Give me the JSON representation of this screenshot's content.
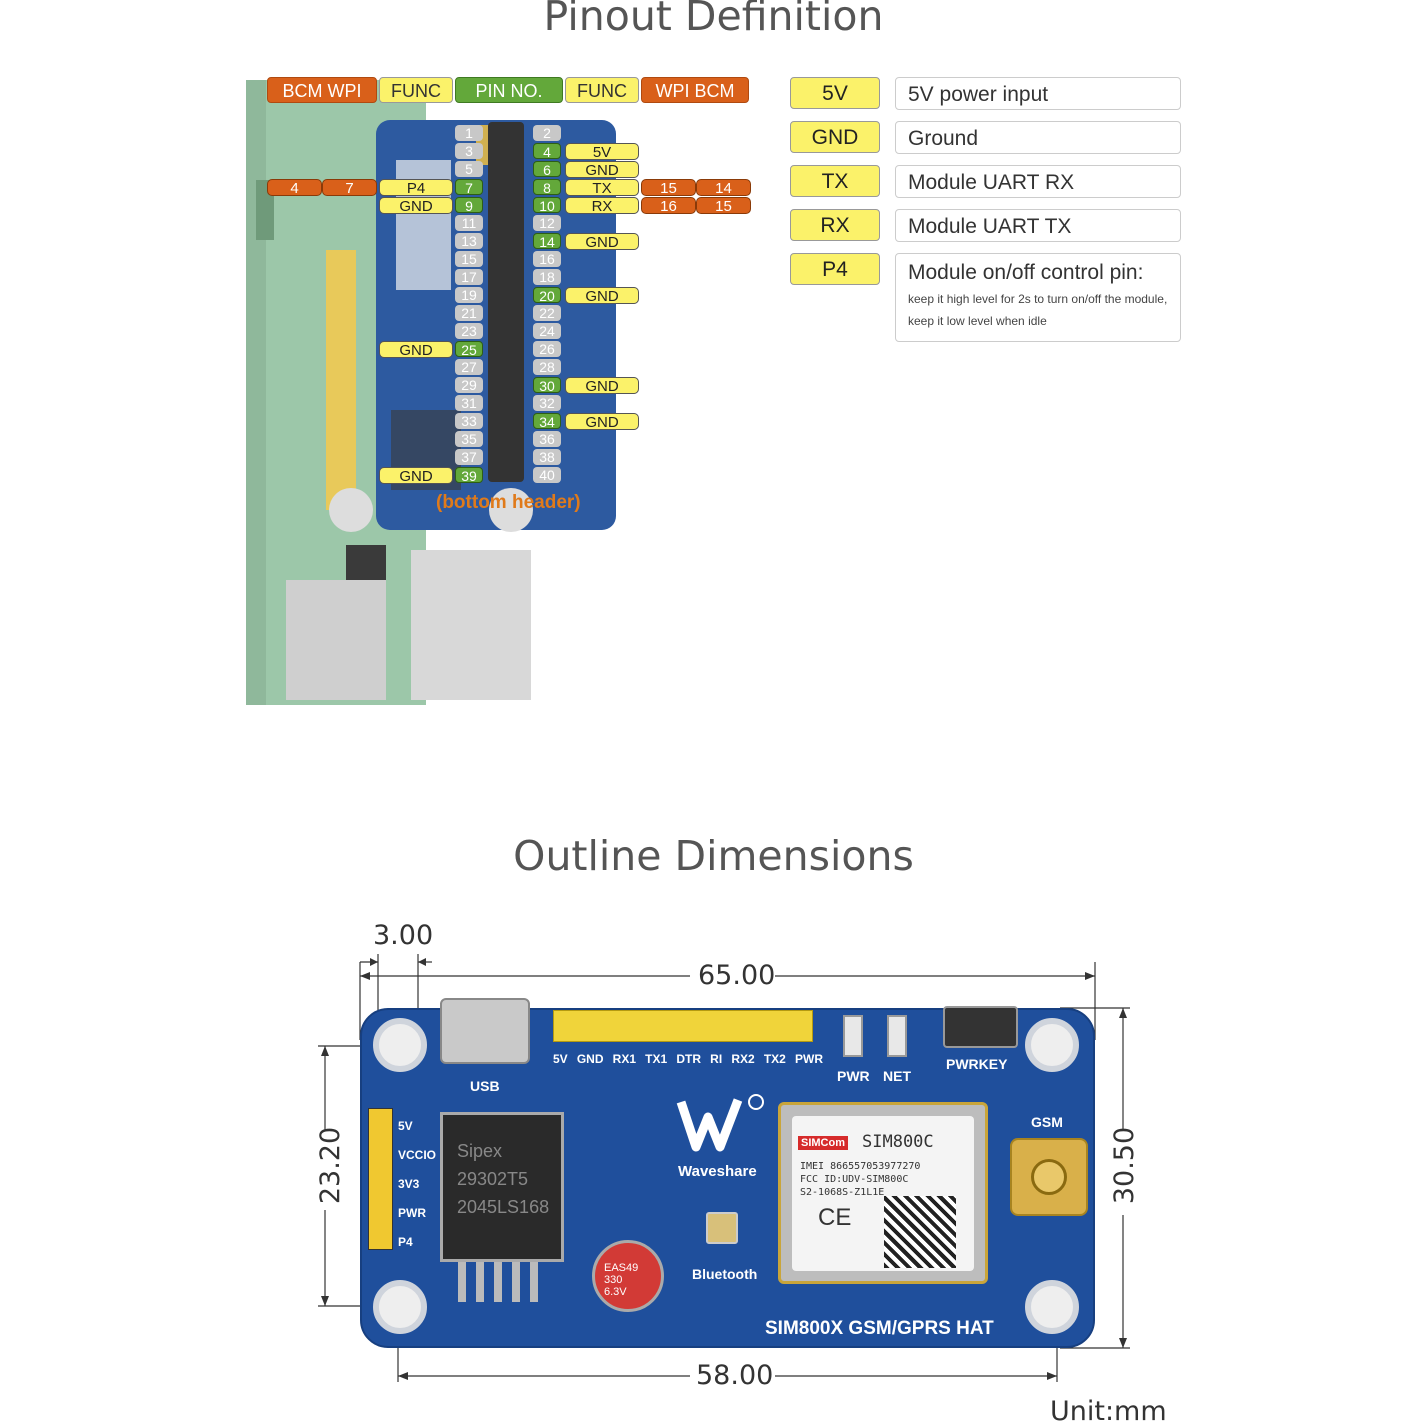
{
  "pinout": {
    "title": "Pinout Definition",
    "header": {
      "bcm_wpi_left": "BCM  WPI",
      "func_left": "FUNC",
      "pin_no": "PIN NO.",
      "func_right": "FUNC",
      "wpi_bcm_right": "WPI  BCM"
    },
    "pins": {
      "p1": "1",
      "p2": "2",
      "p3": "3",
      "p4": "4",
      "p5": "5",
      "p6": "6",
      "p7": "7",
      "p8": "8",
      "p9": "9",
      "p10": "10",
      "p11": "11",
      "p12": "12",
      "p13": "13",
      "p14": "14",
      "p15": "15",
      "p16": "16",
      "p17": "17",
      "p18": "18",
      "p19": "19",
      "p20": "20",
      "p21": "21",
      "p22": "22",
      "p23": "23",
      "p24": "24",
      "p25": "25",
      "p26": "26",
      "p27": "27",
      "p28": "28",
      "p29": "29",
      "p30": "30",
      "p31": "31",
      "p32": "32",
      "p33": "33",
      "p34": "34",
      "p35": "35",
      "p36": "36",
      "p37": "37",
      "p38": "38",
      "p39": "39",
      "p40": "40"
    },
    "labels": {
      "pin4_func": "5V",
      "pin6_func": "GND",
      "pin7_bcm": "4",
      "pin7_wpi": "7",
      "pin7_func": "P4",
      "pin8_func": "TX",
      "pin8_wpi": "15",
      "pin8_bcm": "14",
      "pin9_func": "GND",
      "pin10_func": "RX",
      "pin10_wpi": "16",
      "pin10_bcm": "15",
      "pin14_func": "GND",
      "pin20_func": "GND",
      "pin25_func": "GND",
      "pin30_func": "GND",
      "pin34_func": "GND",
      "pin39_func": "GND"
    },
    "bottom_header": "(bottom header)",
    "legend": [
      {
        "key": "5V",
        "value": "5V power input"
      },
      {
        "key": "GND",
        "value": "Ground"
      },
      {
        "key": "TX",
        "value": "Module UART RX"
      },
      {
        "key": "RX",
        "value": "Module UART TX"
      },
      {
        "key": "P4",
        "value": "Module on/off control pin:",
        "note1": "keep it high level for 2s to turn on/off the module,",
        "note2": "keep it  low level when idle"
      }
    ]
  },
  "outline": {
    "title": "Outline Dimensions",
    "dims": {
      "hole_offset": "3.00",
      "total_width": "65.00",
      "hole_spacing_h": "58.00",
      "hole_spacing_v": "23.20",
      "total_height": "30.50"
    },
    "unit": "Unit:mm",
    "board": {
      "header_labels": [
        "5V",
        "GND",
        "RX1",
        "TX1",
        "DTR",
        "RI",
        "RX2",
        "TX2",
        "PWR"
      ],
      "usb": "USB",
      "pwr": "PWR",
      "net": "NET",
      "pwrkey": "PWRKEY",
      "gsm": "GSM",
      "brand": "Waveshare",
      "bluetooth": "Bluetooth",
      "product": "SIM800X GSM/GPRS HAT",
      "module": "SIM800C",
      "module_brand": "SIMCom",
      "imei": "IMEI 866557053977270",
      "fcc": "FCC ID:UDV-SIM800C",
      "serial": "S2-1068S-Z1L1E",
      "jumper_labels": [
        "5V",
        "VCCIO",
        "3V3",
        "PWR",
        "P4"
      ],
      "regulator": [
        "Sipex",
        "29302T5",
        "2045LS168"
      ],
      "cap": [
        "EAS49",
        "330",
        "6.3V"
      ]
    }
  }
}
